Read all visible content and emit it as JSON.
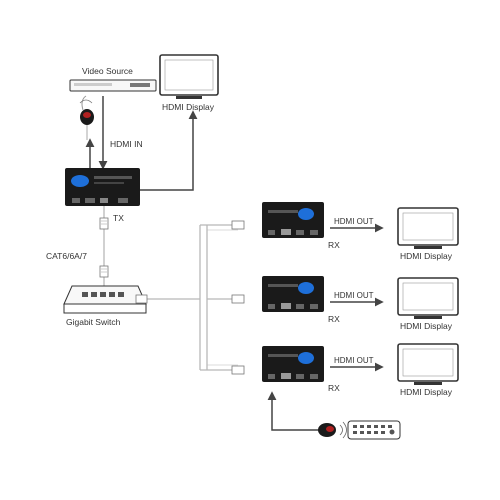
{
  "labels": {
    "video_source": "Video Source",
    "hdmi_display_top": "HDMI Display",
    "hdmi_in": "HDMI IN",
    "tx": "TX",
    "cable_type": "CAT6/6A/7",
    "gigabit_switch": "Gigabit Switch",
    "rx_units": [
      {
        "rx": "RX",
        "hdmi_out": "HDMI OUT",
        "display": "HDMI Display"
      },
      {
        "rx": "RX",
        "hdmi_out": "HDMI OUT",
        "display": "HDMI Display"
      },
      {
        "rx": "RX",
        "hdmi_out": "HDMI OUT",
        "display": "HDMI Display"
      }
    ]
  },
  "icons": [
    "blu-ray-player-icon",
    "monitor-icon",
    "ir-receiver-icon",
    "transmitter-icon",
    "receiver-icon",
    "network-switch-icon",
    "remote-control-icon",
    "rj45-connector-icon"
  ],
  "colors": {
    "line": "#b8b8b8",
    "arrow": "#444444",
    "device": "#1a1a1a",
    "accent": "#1e6fd9",
    "text": "#333333"
  }
}
